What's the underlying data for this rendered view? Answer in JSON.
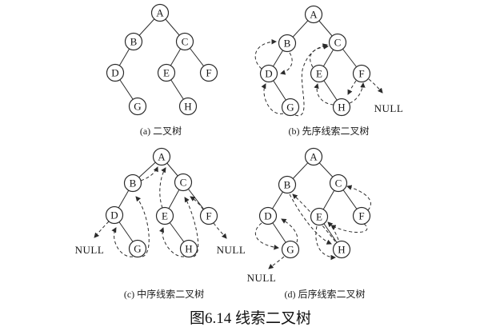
{
  "figure": {
    "caption": "图6.14 线索二叉树"
  },
  "subfigures": [
    {
      "id": "a",
      "caption": "(a) 二叉树",
      "nodes": [
        "A",
        "B",
        "C",
        "D",
        "E",
        "F",
        "G",
        "H"
      ],
      "nulls": []
    },
    {
      "id": "b",
      "caption": "(b) 先序线索二叉树",
      "nodes": [
        "A",
        "B",
        "C",
        "D",
        "E",
        "F",
        "G",
        "H"
      ],
      "nulls": [
        "NULL"
      ]
    },
    {
      "id": "c",
      "caption": "(c) 中序线索二叉树",
      "nodes": [
        "A",
        "B",
        "C",
        "D",
        "E",
        "F",
        "G",
        "H"
      ],
      "nulls": [
        "NULL",
        "NULL"
      ]
    },
    {
      "id": "d",
      "caption": "(d) 后序线索二叉树",
      "nodes": [
        "A",
        "B",
        "C",
        "D",
        "E",
        "F",
        "G",
        "H"
      ],
      "nulls": [
        "NULL"
      ]
    }
  ],
  "tree_structure": {
    "edges": [
      [
        "A",
        "B"
      ],
      [
        "A",
        "C"
      ],
      [
        "B",
        "D"
      ],
      [
        "D",
        "G"
      ],
      [
        "C",
        "E"
      ],
      [
        "C",
        "F"
      ],
      [
        "E",
        "H"
      ]
    ]
  },
  "threads": {
    "preorder": [
      [
        "B",
        "D"
      ],
      [
        "D",
        "B"
      ],
      [
        "G",
        "D"
      ],
      [
        "G",
        "C"
      ],
      [
        "E",
        "C"
      ],
      [
        "H",
        "E"
      ],
      [
        "H",
        "F"
      ],
      [
        "F",
        "H"
      ],
      [
        "F",
        "NULL"
      ]
    ],
    "inorder": [
      [
        "D",
        "NULL"
      ],
      [
        "G",
        "D"
      ],
      [
        "G",
        "B"
      ],
      [
        "B",
        "A"
      ],
      [
        "E",
        "A"
      ],
      [
        "H",
        "E"
      ],
      [
        "H",
        "C"
      ],
      [
        "F",
        "C"
      ],
      [
        "F",
        "NULL"
      ]
    ],
    "postorder": [
      [
        "G",
        "NULL"
      ],
      [
        "G",
        "D"
      ],
      [
        "D",
        "G"
      ],
      [
        "B",
        "H"
      ],
      [
        "H",
        "B"
      ],
      [
        "H",
        "E"
      ],
      [
        "E",
        "H"
      ],
      [
        "F",
        "E"
      ],
      [
        "F",
        "C"
      ]
    ]
  },
  "colors": {
    "line": "#2b2b2b",
    "background": "#ffffff"
  }
}
